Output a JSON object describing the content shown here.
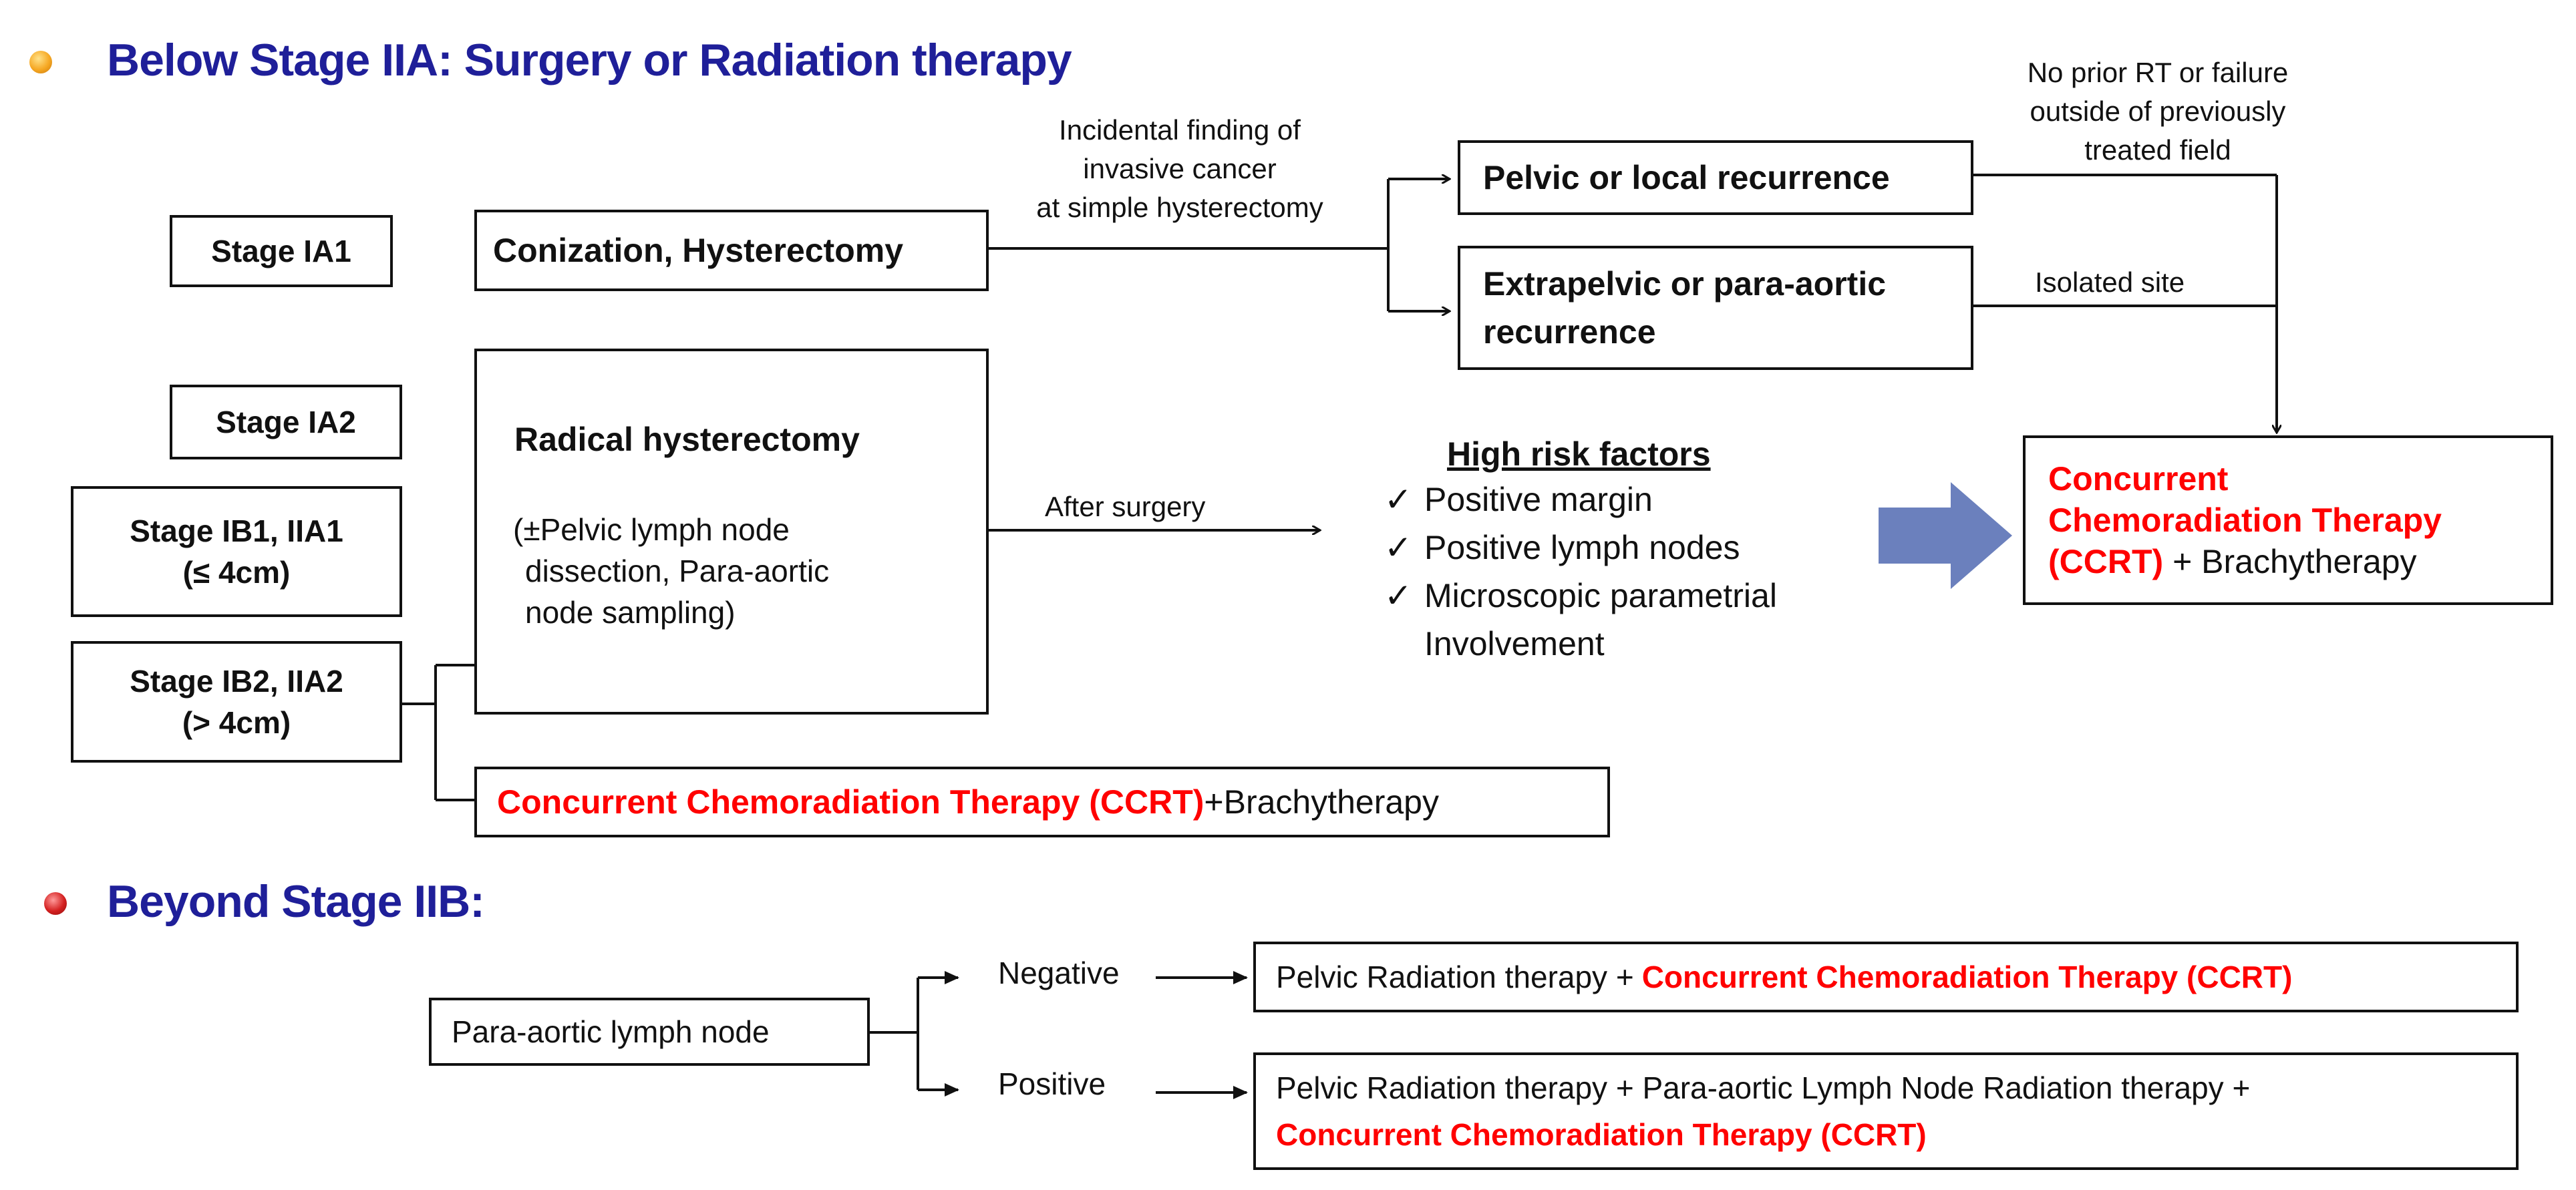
{
  "colors": {
    "header_text": "#1f1f99",
    "highlight": "#ff0000",
    "bullet_orange": "#f0a020",
    "bullet_red": "#d42020",
    "arrow_blue": "#6b80bd"
  },
  "section1": {
    "title": "Below Stage IIA: Surgery or Radiation therapy",
    "stages": {
      "ia1": "Stage IA1",
      "ia2": "Stage IA2",
      "ib1_line1": "Stage IB1, IIA1",
      "ib1_line2": "(≤ 4cm)",
      "ib2_line1": "Stage IB2, IIA2",
      "ib2_line2": "(> 4cm)"
    },
    "conization": "Conization, Hysterectomy",
    "radical": {
      "title": "Radical hysterectomy",
      "line1": "(±Pelvic lymph node",
      "line2": "dissection, Para-aortic",
      "line3": "node sampling)"
    },
    "incidental": {
      "line1": "Incidental finding of",
      "line2": "invasive  cancer",
      "line3": "at simple hysterectomy"
    },
    "pelvic_recurrence": "Pelvic or local recurrence",
    "extrapelvic": {
      "line1": "Extrapelvic or para-aortic",
      "line2": "recurrence"
    },
    "no_prior_rt": {
      "line1": "No prior RT or failure",
      "line2": "outside of previously",
      "line3": "treated field"
    },
    "isolated_site": "Isolated site",
    "after_surgery": "After surgery",
    "high_risk": {
      "title": "High risk factors",
      "check": "✓",
      "items": [
        "Positive margin",
        "Positive lymph nodes",
        "Microscopic parametrial"
      ],
      "item3_cont": "Involvement"
    },
    "ccrt_box": {
      "line1": "Concurrent",
      "line2": "Chemoradiation Therapy",
      "line3_red": "(CCRT)",
      "line3_black": " + Brachytherapy"
    },
    "ccrt_bottom": {
      "red": "Concurrent Chemoradiation Therapy (CCRT)",
      "black": " +Brachytherapy"
    }
  },
  "section2": {
    "title": "Beyond Stage IIB:",
    "para_aortic": "Para-aortic lymph node",
    "negative": "Negative",
    "positive": "Positive",
    "neg_result": {
      "black": "Pelvic Radiation therapy + ",
      "red": "Concurrent Chemoradiation Therapy (CCRT)"
    },
    "pos_result": {
      "line1": "Pelvic Radiation therapy + Para-aortic Lymph Node  Radiation therapy +",
      "line2_red": "Concurrent Chemoradiation Therapy (CCRT)"
    }
  }
}
